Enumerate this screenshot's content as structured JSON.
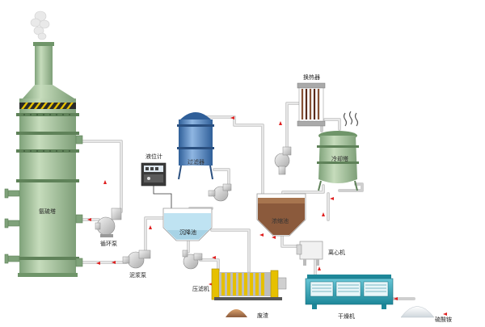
{
  "labels": {
    "tower": "氨硫塔",
    "circ_pump": "循环泵",
    "mud_pump": "泥浆泵",
    "level_meter": "液位计",
    "sedimentation_tank": "沉降池",
    "filter_press": "压滤机",
    "waste_residue": "废渣",
    "filter": "过滤器",
    "heat_exchanger": "换热器",
    "cooling_tower": "冷却塔",
    "thickener": "浓缩池",
    "centrifuge": "离心机",
    "dryer": "干燥机",
    "ammonium_sulfate": "硫酸铵"
  },
  "colors": {
    "tower_body": "#a9c79f",
    "tower_dark": "#7fa27a",
    "filter_body": "#4f86c6",
    "pipe": "#cfcfcf",
    "arrow": "#e02020",
    "water": "#bfe3f2",
    "sludge": "#8b5a3c",
    "dryer_body": "#2aa3b8",
    "frame_yellow": "#e6c000",
    "residue": "#b07a4a"
  }
}
